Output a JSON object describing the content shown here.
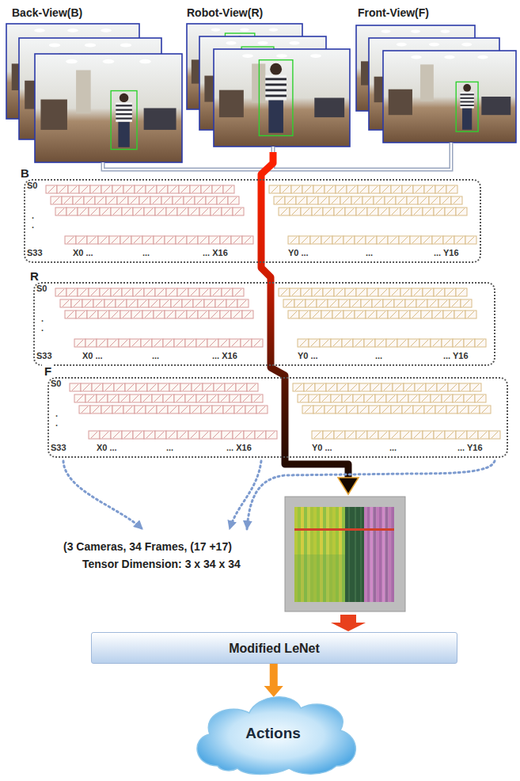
{
  "diagram": {
    "nodes": [
      {
        "text": [
          "Back-View(B)"
        ]
      },
      {
        "text": [
          "Robot-View(R)"
        ]
      },
      {
        "text": [
          "Front-View(F)"
        ]
      },
      {
        "text": [
          "B"
        ]
      },
      {
        "text": [
          "R"
        ]
      },
      {
        "text": [
          "F"
        ]
      },
      {
        "text": [
          "Modified LeNet"
        ]
      },
      {
        "text": [
          "Actions"
        ]
      }
    ],
    "edges": [
      {
        "from": 6,
        "to": 7,
        "arrow": "to"
      }
    ],
    "labels": [
      "S0",
      ".",
      ".",
      "S33",
      "X0 ...",
      "...",
      "... X16",
      "Y0 ...",
      "...",
      "... Y16",
      "S0",
      ".",
      ".",
      "S33",
      "X0 ...",
      "...",
      "... X16",
      "Y0 ...",
      "...",
      "... Y16",
      "S0",
      ".",
      ".",
      "S33",
      "X0 ...",
      "...",
      "... X16",
      "Y0 ...",
      "...",
      "... Y16",
      "(3 Cameras, 34 Frames, (17 +17)",
      "Tensor Dimension: 3 x 34 x 34"
    ]
  }
}
